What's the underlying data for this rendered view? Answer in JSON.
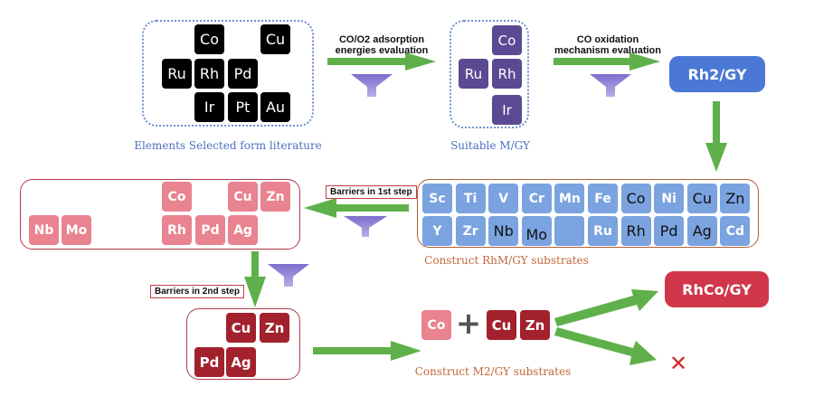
{
  "stage1": {
    "caption": "Elements Selected form literature",
    "elements": [
      "Co",
      "Cu",
      "Ru",
      "Rh",
      "Pd",
      "Ir",
      "Pt",
      "Au"
    ]
  },
  "step1": {
    "label_line1": "CO/O2 adsorption",
    "label_line2": "energies evaluation"
  },
  "stage2": {
    "caption": "Suitable M/GY",
    "elements": [
      "Co",
      "Ru",
      "Rh",
      "Ir"
    ]
  },
  "step2": {
    "label_line1": "CO oxidation",
    "label_line2": "mechanism evaluation"
  },
  "result1": {
    "label": "Rh2/GY",
    "color": "#4a78d4"
  },
  "stage3": {
    "caption": "Construct RhM/GY substrates",
    "row1": [
      "Sc",
      "Ti",
      "V",
      "Cr",
      "Mn",
      "Fe",
      "Co",
      "Ni",
      "Cu",
      "Zn"
    ],
    "row2": [
      "Y",
      "Zr",
      "Nb",
      "Mo",
      "",
      "Ru",
      "Rh",
      "Pd",
      "Ag",
      "Cd"
    ]
  },
  "step3": {
    "label": "Barriers in 1st step"
  },
  "stage4": {
    "elements": [
      "Co",
      "Cu",
      "Zn",
      "Nb",
      "Mo",
      "Rh",
      "Pd",
      "Ag"
    ]
  },
  "step4": {
    "label": "Barriers in 2nd step"
  },
  "stage5": {
    "elements": [
      "Cu",
      "Zn",
      "Pd",
      "Ag"
    ]
  },
  "stage6": {
    "caption": "Construct M2/GY substrates",
    "first": "Co",
    "plus": "+",
    "pair": [
      "Cu",
      "Zn"
    ]
  },
  "result2": {
    "label": "RhCo/GY",
    "color": "#d0374b"
  },
  "reject": {
    "symbol": "✕",
    "color": "#d02a2a"
  },
  "colors": {
    "arrow": "#5fb04a",
    "funnel": "#8b7fd0",
    "dashed_border": "#6f8fd0",
    "stage1_cell": "#000000",
    "stage2_cell": "#5b4a93",
    "stage3_cell": "#7aa3e0",
    "stage4_cell": "#e9838f",
    "stage5_cell": "#a3202d",
    "caption_blue": "#4c6fc0",
    "caption_orange": "#c0683a"
  }
}
